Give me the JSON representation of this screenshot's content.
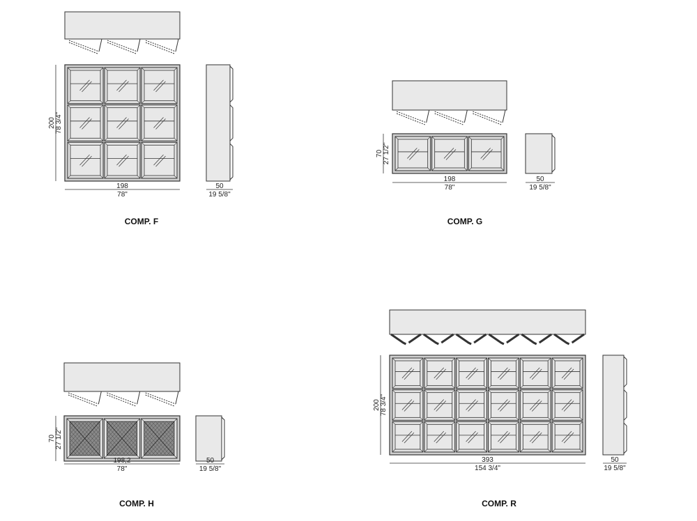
{
  "compositions": [
    {
      "id": "F",
      "title": "COMP. F",
      "cols": 3,
      "rows": 3,
      "door": "glass",
      "width": {
        "cm": "198",
        "in": "78\""
      },
      "height": {
        "cm": "200",
        "in": "78 3/4\""
      },
      "depth": {
        "cm": "50",
        "in": "19 5/8\""
      }
    },
    {
      "id": "G",
      "title": "COMP. G",
      "cols": 3,
      "rows": 1,
      "door": "glass",
      "width": {
        "cm": "198",
        "in": "78\""
      },
      "height": {
        "cm": "70",
        "in": "27 1/2\""
      },
      "depth": {
        "cm": "50",
        "in": "19 5/8\""
      }
    },
    {
      "id": "H",
      "title": "COMP. H",
      "cols": 3,
      "rows": 1,
      "door": "woven",
      "width": {
        "cm": "198,2",
        "in": "78\""
      },
      "height": {
        "cm": "70",
        "in": "27 1/2\""
      },
      "depth": {
        "cm": "50",
        "in": "19 5/8\""
      }
    },
    {
      "id": "R",
      "title": "COMP. R",
      "cols": 6,
      "rows": 3,
      "door": "glass",
      "width": {
        "cm": "393",
        "in": "154 3/4\""
      },
      "height": {
        "cm": "200",
        "in": "78 3/4\""
      },
      "depth": {
        "cm": "50",
        "in": "19 5/8\""
      }
    }
  ],
  "colors": {
    "line": "#333333",
    "panel": "#e9e9e9",
    "frame": "#555555",
    "door_fill": "#e2e2e2"
  }
}
